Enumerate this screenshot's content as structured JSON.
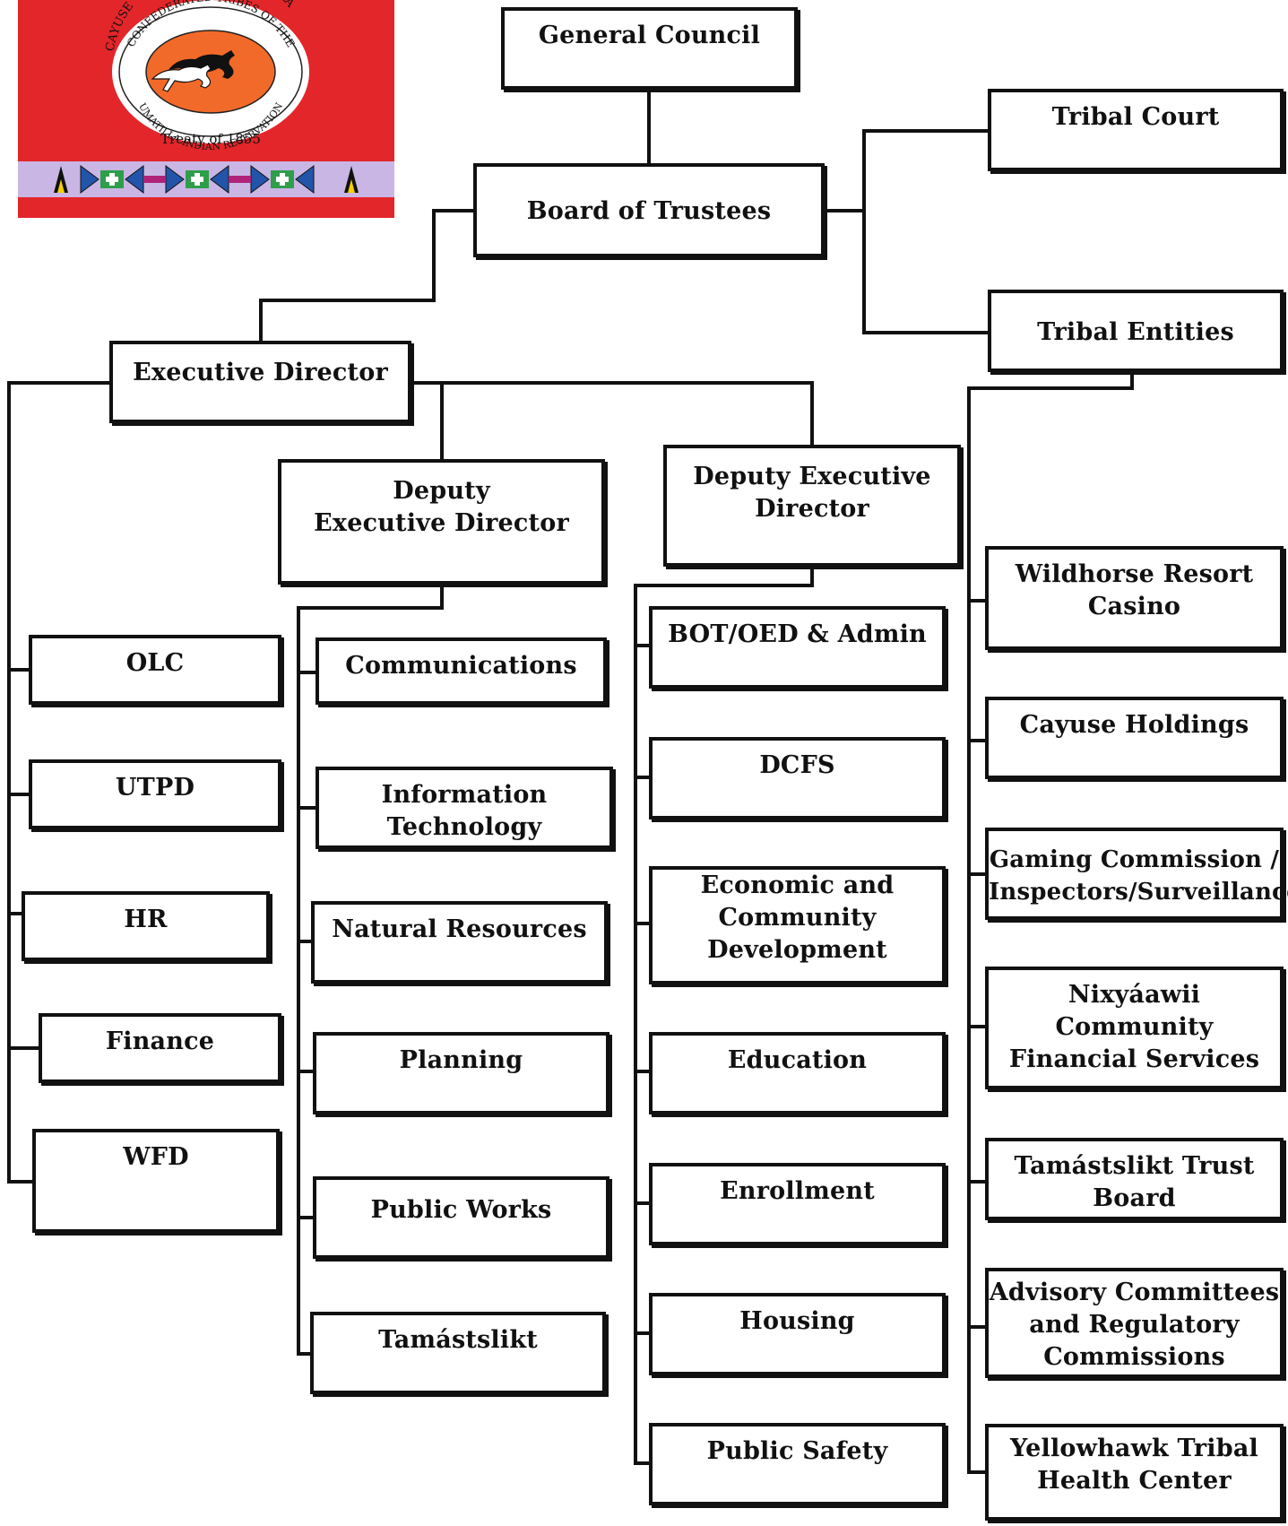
{
  "logo": {
    "seal_text_top": "CAYUSE · WALLA WALLA · UMATILLA",
    "seal_text_ring": "CONFEDERATED TRIBES OF THE",
    "seal_text_bottom": "UMATILLA INDIAN RESERVATION",
    "treaty": "Treaty of 1855",
    "colors": {
      "field": "#e3262a",
      "seal_ring": "#ffffff",
      "seal_center": "#f26a2a",
      "band": "#c9b6e4"
    },
    "icon": "horse-seal-icon"
  },
  "colors": {
    "line": "#111111",
    "box_border": "#111111",
    "text": "#111111"
  },
  "org": {
    "general_council": "General Council",
    "board_of_trustees": "Board of Trustees",
    "tribal_court": "Tribal Court",
    "tribal_entities": "Tribal Entities",
    "executive_director": "Executive Director",
    "deputy_left": "Deputy\nExecutive  Director",
    "deputy_right": "Deputy Executive\nDirector",
    "ed_departments": [
      "OLC",
      "UTPD",
      "HR",
      "Finance",
      "WFD"
    ],
    "deputy_left_departments": [
      "Communications",
      "Information Technology",
      "Natural Resources",
      "Planning",
      "Public Works",
      "Tamástslikt"
    ],
    "deputy_right_departments": [
      "BOT/OED & Admin",
      "DCFS",
      "Economic and\nCommunity\nDevelopment",
      "Education",
      "Enrollment",
      "Housing",
      "Public Safety"
    ],
    "entities": [
      "Wildhorse Resort\nCasino",
      "Cayuse Holdings",
      "Gaming Commission /\nInspectors/Surveillance",
      "Nixyáawii Community\nFinancial Services",
      "Tamástslikt Trust\nBoard",
      "Advisory Committees\nand Regulatory\nCommissions",
      "Yellowhawk Tribal\nHealth Center"
    ]
  }
}
